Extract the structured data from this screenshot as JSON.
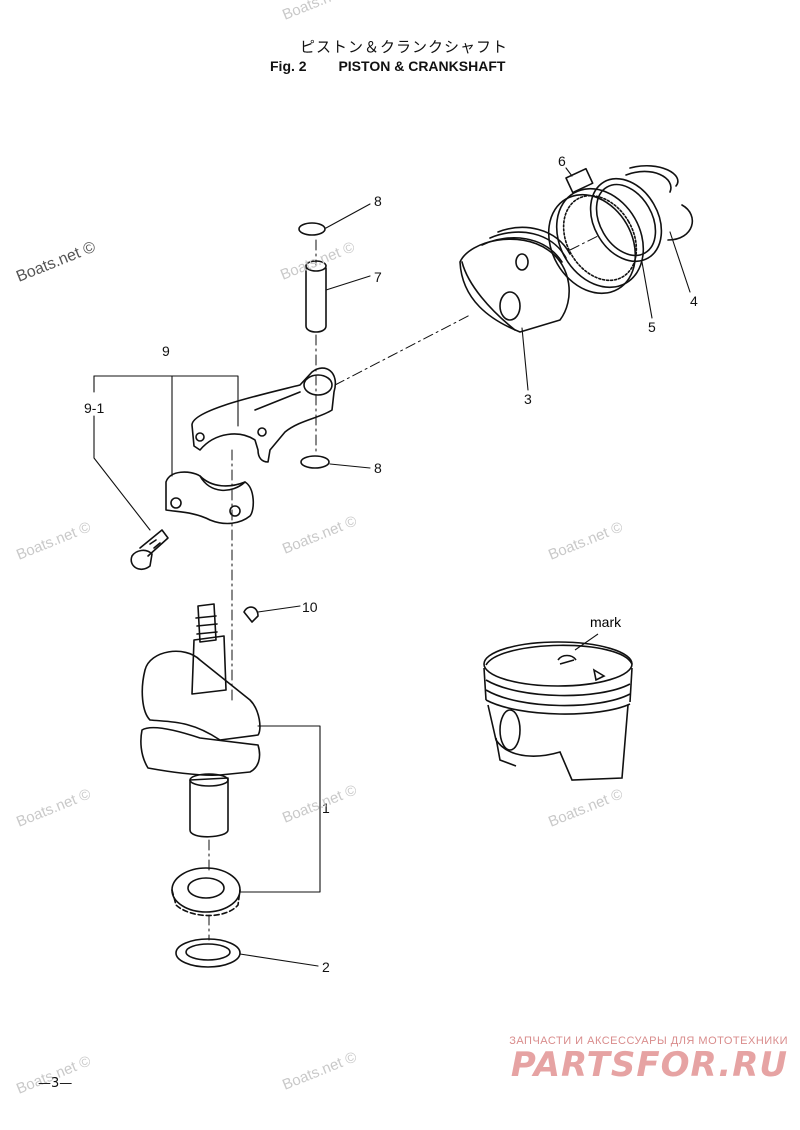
{
  "header": {
    "title_jp": "ピストン＆クランクシャフト",
    "fig_label": "Fig. 2",
    "title_en": "PISTON & CRANKSHAFT"
  },
  "callouts": {
    "c1": "1",
    "c2": "2",
    "c3": "3",
    "c4": "4",
    "c5": "5",
    "c6": "6",
    "c7": "7",
    "c8a": "8",
    "c8b": "8",
    "c9": "9",
    "c9_1": "9-1",
    "c10": "10"
  },
  "detail": {
    "mark_label": "mark"
  },
  "watermarks": {
    "text": "Boats.net ©"
  },
  "footer": {
    "page_number": "—3—",
    "brand_sub": "ЗАПЧАСТИ И АКСЕССУАРЫ ДЛЯ МОТОТЕХНИКИ",
    "brand_main": "PARTSFOR.RU"
  }
}
